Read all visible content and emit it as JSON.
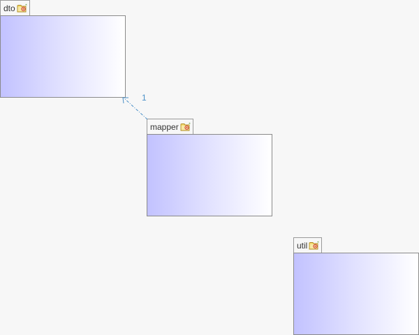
{
  "diagram": {
    "packages": [
      {
        "id": "dto",
        "name": "dto",
        "icon": "package-icon"
      },
      {
        "id": "mapper",
        "name": "mapper",
        "icon": "package-icon"
      },
      {
        "id": "util",
        "name": "util",
        "icon": "package-icon"
      }
    ],
    "dependencies": [
      {
        "from": "mapper",
        "to": "dto",
        "multiplicity": "1",
        "style": "dashed-arrow"
      }
    ]
  },
  "colors": {
    "background": "#f7f7f7",
    "package_fill_start": "#c2c2ff",
    "package_fill_end": "#ffffff",
    "package_border": "#8a8a8a",
    "dependency_line": "#4a90c8"
  }
}
